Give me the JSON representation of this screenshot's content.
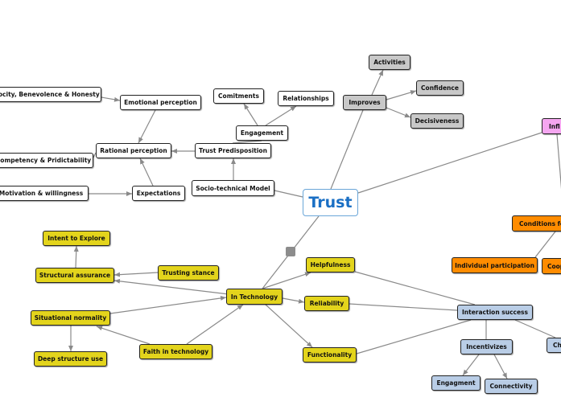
{
  "central": {
    "label": "Trust"
  },
  "nodes": {
    "activities": "Activities",
    "confidence": "Confidence",
    "decisiveness": "Decisiveness",
    "improves": "Improves",
    "commitments": "Comitments",
    "relationships": "Relationships",
    "engagement": "Engagement",
    "trust_predisposition": "Trust Predisposition",
    "socio_technical_model": "Socio-technical Model",
    "emotional_perception": "Emotional perception",
    "rational_perception": "Rational perception",
    "expectations": "Expectations",
    "reciprocity": "rocity, Benevolence & Honesty",
    "competency": "Competency & Pridictability",
    "motivation": "Motivation & willingness",
    "influence": "Infl",
    "conditions": "Conditions fo",
    "individual_participation": "Individual participation",
    "cooperation": "Coop",
    "intent_to_explore": "Intent to Explore",
    "structural_assurance": "Structural assurance",
    "trusting_stance": "Trusting stance",
    "in_technology": "In Technology",
    "situational_normality": "Situational normality",
    "deep_structure_use": "Deep structure use",
    "faith_in_technology": "Faith in technology",
    "helpfulness": "Helpfulness",
    "reliability": "Reliability",
    "functionality": "Functionality",
    "interaction_success": "Interaction success",
    "incentivizes": "Incentivizes",
    "engagment": "Engagment",
    "connectivity": "Connectivity",
    "ch": "Ch"
  },
  "colors": {
    "central_text": "#1a6fc4",
    "central_border": "#6aa6d8",
    "white": "#ffffff",
    "gray": "#c8c8c8",
    "yellow": "#e3d41c",
    "blue": "#b9cde6",
    "orange": "#ff8c00",
    "pink": "#f5a6f0",
    "edge": "#8a8a8a"
  }
}
